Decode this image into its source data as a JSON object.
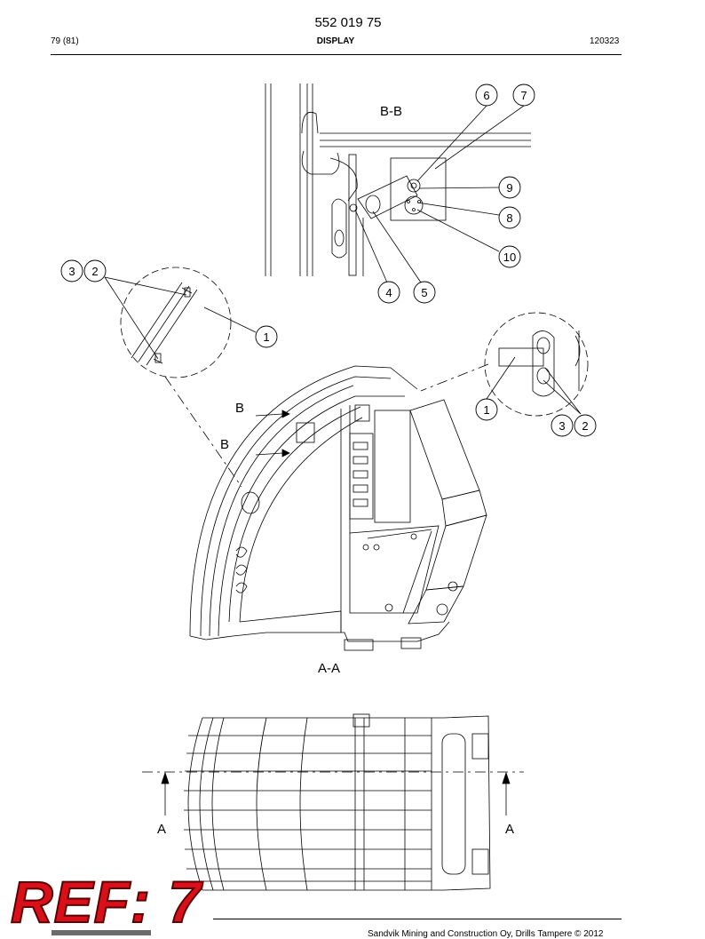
{
  "header": {
    "doc_number": "552 019 75",
    "page": "79 (81)",
    "section": "DISPLAY",
    "date": "120323"
  },
  "drawing": {
    "section_bb": "B-B",
    "section_aa": "A-A",
    "view_b_upper": "B",
    "view_b_lower": "B",
    "view_a_left": "A",
    "view_a_right": "A",
    "balloons": [
      "1",
      "2",
      "3",
      "4",
      "5",
      "6",
      "7",
      "8",
      "9",
      "10"
    ]
  },
  "footer": {
    "copyright": "Sandvik Mining and Construction Oy, Drills Tampere © 2012"
  },
  "stamp": {
    "text": "REF: 7",
    "color": "#d9101a"
  }
}
